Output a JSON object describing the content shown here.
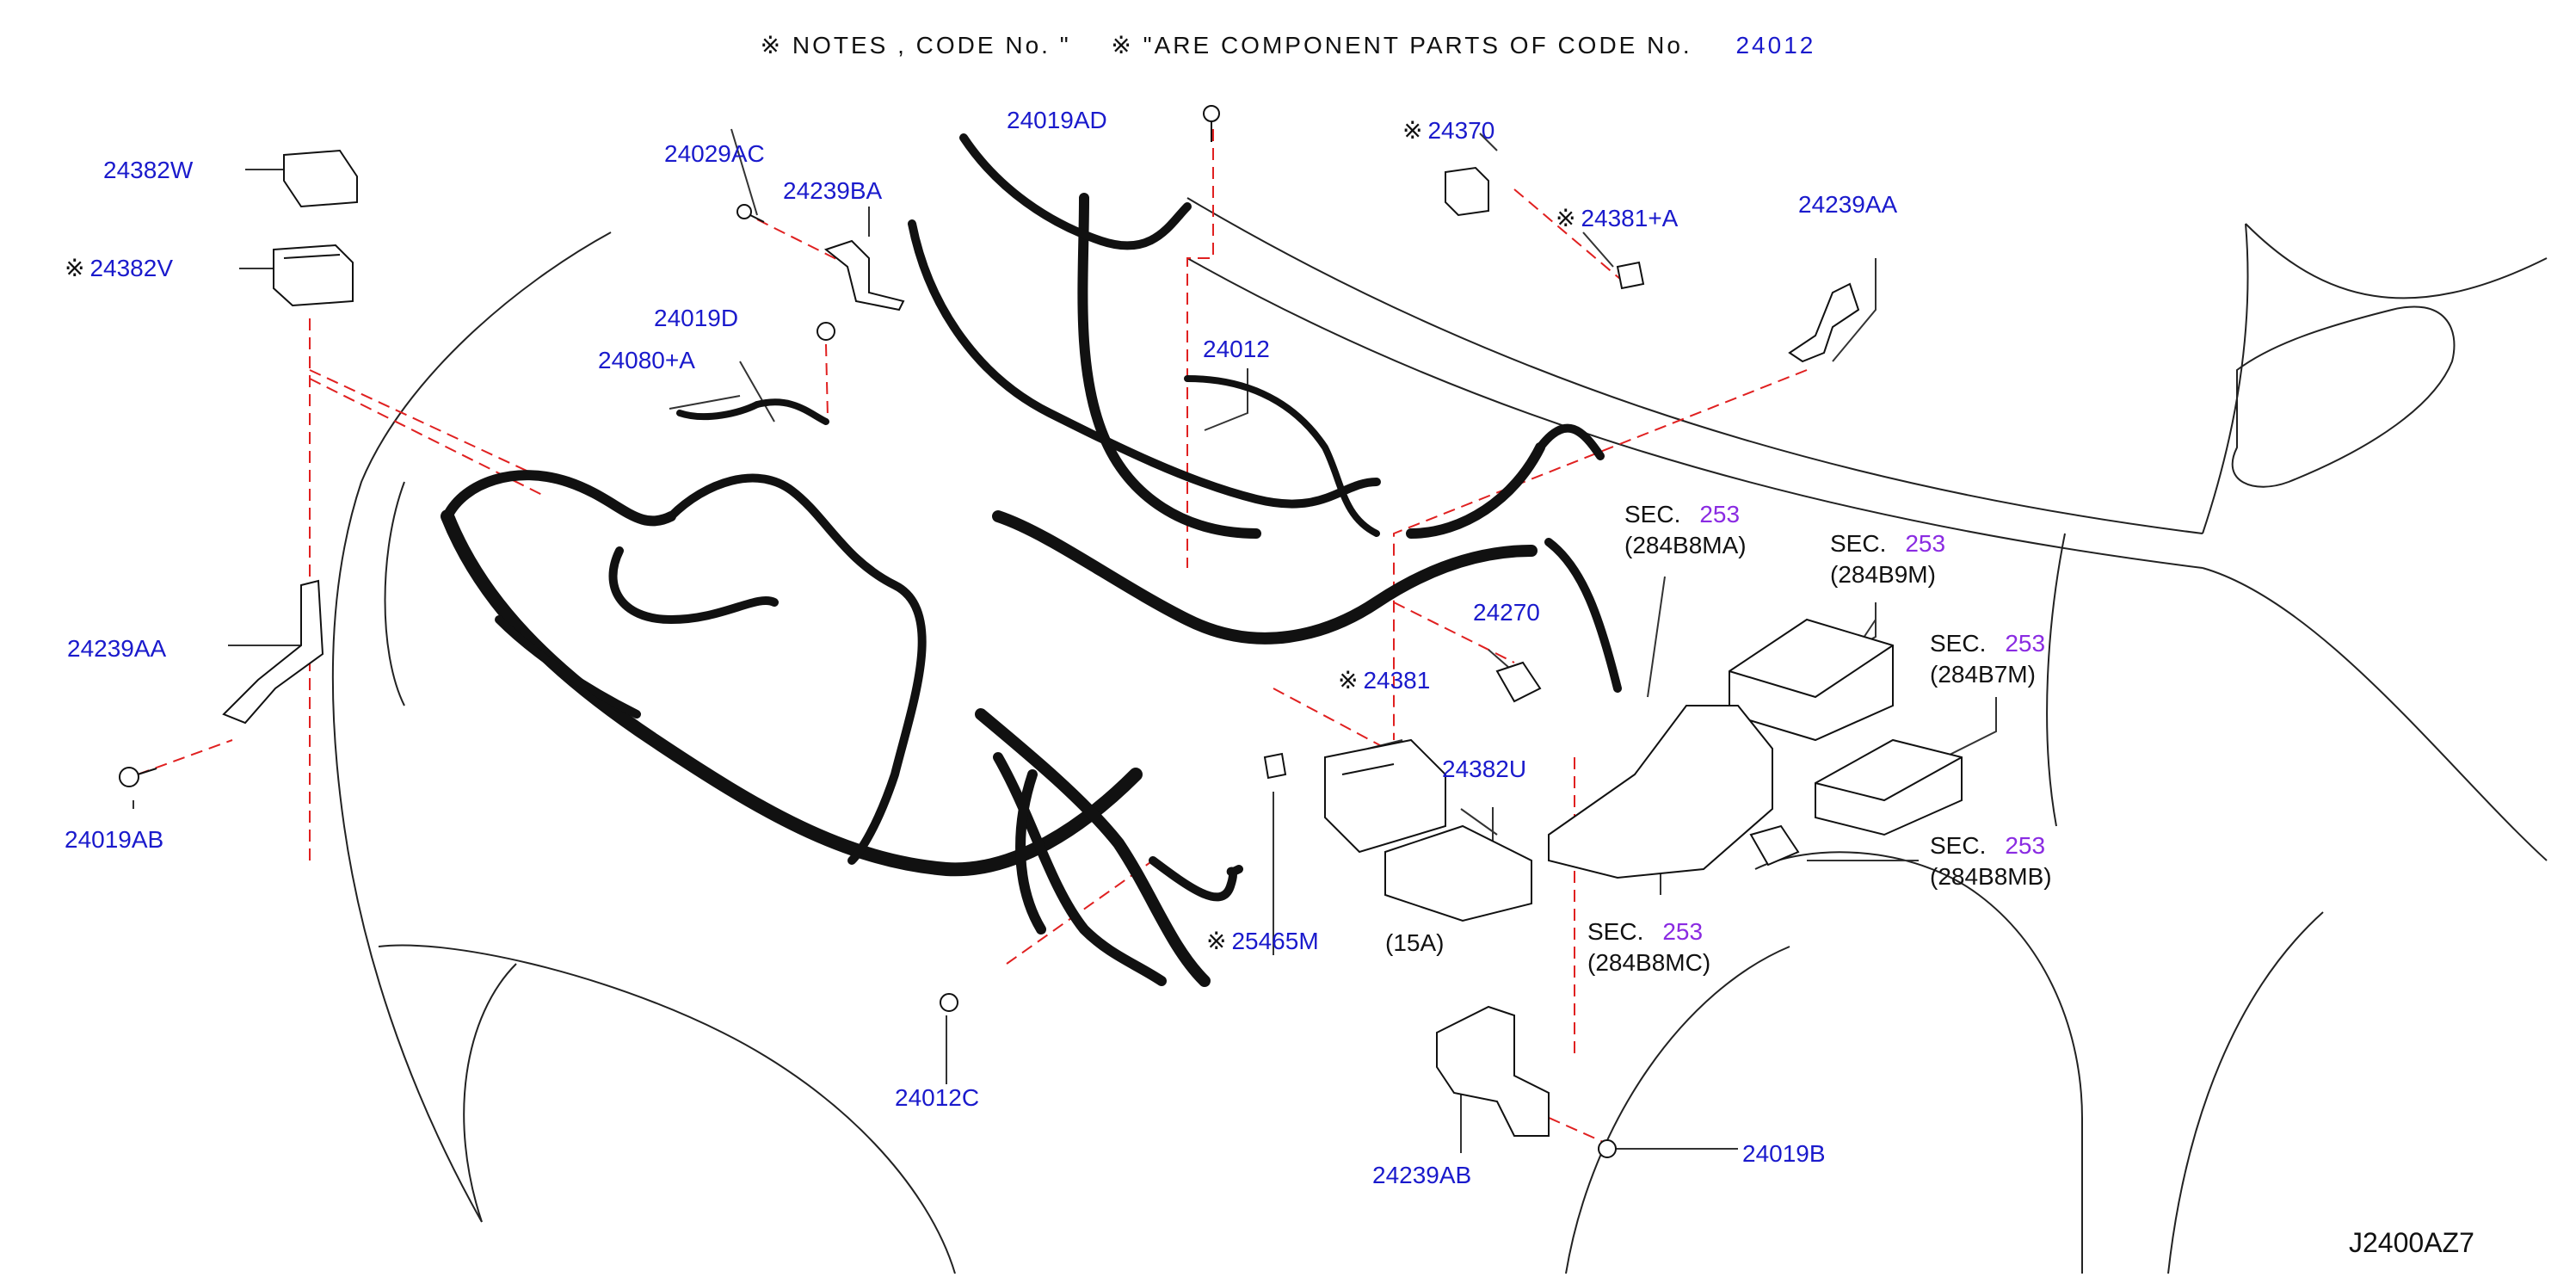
{
  "header": {
    "mark": "※",
    "text_part1": "NOTES , CODE No. \"",
    "text_part2": "\"ARE COMPONENT PARTS OF CODE No.",
    "code": "24012"
  },
  "parts": [
    {
      "id": "p-24382W",
      "label": "24382W",
      "marked": false
    },
    {
      "id": "p-24382V",
      "label": "24382V",
      "marked": true
    },
    {
      "id": "p-24029AC",
      "label": "24029AC",
      "marked": false
    },
    {
      "id": "p-24239BA",
      "label": "24239BA",
      "marked": false
    },
    {
      "id": "p-24019AD",
      "label": "24019AD",
      "marked": false
    },
    {
      "id": "p-24370",
      "label": "24370",
      "marked": true
    },
    {
      "id": "p-24381A",
      "label": "24381+A",
      "marked": true
    },
    {
      "id": "p-24239AA-right",
      "label": "24239AA",
      "marked": false
    },
    {
      "id": "p-24019D",
      "label": "24019D",
      "marked": false
    },
    {
      "id": "p-24080A",
      "label": "24080+A",
      "marked": false
    },
    {
      "id": "p-24012",
      "label": "24012",
      "marked": false
    },
    {
      "id": "p-24239AA-left",
      "label": "24239AA",
      "marked": false
    },
    {
      "id": "p-24019AB",
      "label": "24019AB",
      "marked": false
    },
    {
      "id": "p-24270",
      "label": "24270",
      "marked": false
    },
    {
      "id": "p-24381",
      "label": "24381",
      "marked": true
    },
    {
      "id": "p-24382U",
      "label": "24382U",
      "marked": false
    },
    {
      "id": "p-25465M",
      "label": "25465M",
      "marked": true
    },
    {
      "id": "p-24012C",
      "label": "24012C",
      "marked": false
    },
    {
      "id": "p-24239AB",
      "label": "24239AB",
      "marked": false
    },
    {
      "id": "p-24019B",
      "label": "24019B",
      "marked": false
    }
  ],
  "fuse_rating": "(15A)",
  "sections": [
    {
      "sec": "SEC.",
      "num": "253",
      "code": "(284B8MA)"
    },
    {
      "sec": "SEC.",
      "num": "253",
      "code": "(284B9M)"
    },
    {
      "sec": "SEC.",
      "num": "253",
      "code": "(284B7M)"
    },
    {
      "sec": "SEC.",
      "num": "253",
      "code": "(284B8MB)"
    },
    {
      "sec": "SEC.",
      "num": "253",
      "code": "(284B8MC)"
    }
  ],
  "diagram_id": "J2400AZ7",
  "colors": {
    "part_label": "#1a1acc",
    "section_number": "#8a2be2",
    "leader_dash": "#e02020",
    "line": "#111111"
  }
}
